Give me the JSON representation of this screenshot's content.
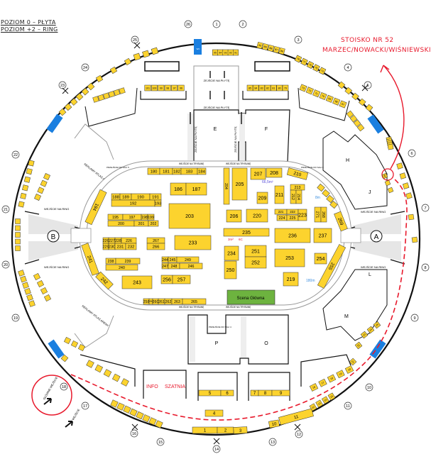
{
  "legend": {
    "level0": "POZIOM 0 – PŁYTA",
    "level2": "POZIOM +2 – RING"
  },
  "callout": {
    "line1": "STOISKO NR 52",
    "line2": "MARZEC/NOWACKI/WIŚNIEWSKI"
  },
  "stage": "Scena Główna",
  "floor_booths": [
    "180",
    "181",
    "182",
    "183",
    "184",
    "186",
    "187",
    "188",
    "189",
    "190",
    "191",
    "192",
    "193",
    "203",
    "195",
    "197",
    "198",
    "199",
    "200",
    "201",
    "202",
    "226",
    "227",
    "228",
    "226",
    "229",
    "230",
    "231",
    "232",
    "267",
    "266",
    "233",
    "238",
    "239",
    "240",
    "244",
    "245",
    "249",
    "247",
    "248",
    "246",
    "243",
    "256",
    "257",
    "258",
    "259",
    "260",
    "261",
    "262",
    "263",
    "265",
    "204",
    "205",
    "207",
    "208",
    "210",
    "209",
    "211",
    "213",
    "212",
    "214",
    "206",
    "220",
    "221",
    "222",
    "224",
    "225",
    "223",
    "271",
    "268",
    "235",
    "236",
    "237",
    "234",
    "250",
    "251",
    "252",
    "253",
    "254",
    "219",
    "194",
    "241",
    "242",
    "255",
    "269",
    "",
    "",
    "",
    ""
  ],
  "bottom_booths": [
    "1",
    "2",
    "3",
    "4",
    "5",
    "6",
    "7",
    "8",
    "9",
    "10",
    "11"
  ],
  "ring_groups": [
    [
      "95",
      "94",
      "93",
      "92",
      "91"
    ],
    [
      "85",
      "84",
      "83",
      "82",
      "81",
      "80",
      "79"
    ],
    [
      "101",
      "100",
      "99",
      "98",
      "97",
      "96"
    ],
    [
      "90",
      "89",
      "88",
      "87",
      "86"
    ],
    [
      "78",
      "77",
      "76",
      "75",
      "74"
    ],
    [
      "73",
      "72",
      "71",
      "70",
      "69",
      "68",
      "67"
    ],
    [
      "",
      "",
      "",
      "",
      ""
    ],
    [
      "",
      "",
      ""
    ],
    [
      "",
      "",
      ""
    ],
    [
      "",
      "",
      "",
      "",
      "",
      ""
    ],
    [
      "",
      "",
      "",
      "",
      "",
      ""
    ],
    [
      "",
      "",
      "",
      "",
      ""
    ],
    [
      "",
      "",
      "",
      ""
    ],
    [
      "",
      ""
    ],
    [
      "",
      "",
      "",
      "",
      ""
    ],
    [
      "",
      "",
      "",
      ""
    ],
    [
      "52",
      "",
      ""
    ],
    [
      "",
      "",
      "",
      "",
      "",
      ""
    ],
    [
      "",
      "",
      "",
      "",
      ""
    ],
    [
      "",
      "",
      "",
      "",
      "",
      ""
    ],
    [
      "",
      "",
      "",
      ""
    ],
    [
      "",
      "",
      "",
      ""
    ],
    [
      "",
      "",
      ""
    ],
    [
      ""
    ],
    [
      "",
      "",
      "",
      "",
      ""
    ],
    [
      "",
      "",
      "",
      "",
      "",
      "",
      "",
      ""
    ],
    [
      "12",
      "13",
      "14",
      "15"
    ],
    [
      "16",
      "17",
      "18",
      "19",
      "20"
    ],
    [
      "21"
    ],
    [
      "22"
    ],
    [
      "23",
      "24",
      "25"
    ]
  ],
  "gates": [
    "26",
    "1",
    "2",
    "3",
    "4",
    "5",
    "6",
    "7",
    "8",
    "9",
    "10",
    "11",
    "12",
    "13",
    "14",
    "15",
    "16",
    "17",
    "18",
    "19",
    "20",
    "21",
    "22",
    "23",
    "24",
    "25"
  ],
  "rooms": {
    "E": "E",
    "F": "F",
    "H": "H",
    "J": "J",
    "L": "L",
    "M": "M",
    "P": "P",
    "O": "O"
  },
  "portals": {
    "A": "A",
    "B": "B"
  },
  "labels": {
    "descent_1": "ZEJŚCIE NA PŁYTĘ",
    "descent_2": "ZEJŚCIE NA PŁYTĘ",
    "descent_side_1": "ZEJŚCIE NA PŁYTĘ",
    "descent_side_2": "ZEJŚCIE NA PŁYTĘ",
    "stands_1": "WEJŚCIE NA TRYBUNĘ",
    "stands_2": "WEJŚCIE NA TRYBUNĘ",
    "stands_3": "WEJŚCIE NA TRYBUNĘ",
    "stands_4": "WEJŚCIE NA TRYBUNĘ",
    "hall5": "PRZEJŚCIE DO SALI 5",
    "hall6": "PRZEJŚCIE DO SALI 6",
    "hall4": "PRZEJŚCIE DO SALI 4",
    "ring_entry_1": "WEJŚCIE NA RING",
    "ring_entry_2": "WEJŚCIE NA RING",
    "ring_entry_3": "WEJŚCIE NA RING",
    "ring_entry_4": "WEJŚCIE NA RING",
    "ads_1": "REKLAMY ATLAS ARENY",
    "ads_2": "REKLAMY ATLAS ARENY",
    "area_1": "66,5m²",
    "area_2": "8m",
    "area_3": "180m",
    "area_4": "3m²",
    "area_5": "6C"
  },
  "service": {
    "info": "INFO",
    "cloakroom": "SZATNIA",
    "wc": "WC",
    "main_entrance": "GŁÓWNE WEJŚCIE",
    "entrance": "WEJŚCIE"
  },
  "colors": {
    "booth": "#fcd32e",
    "stage": "#6db33f",
    "wc": "#1a7fe0",
    "route": "#e8192c",
    "line": "#111111"
  }
}
